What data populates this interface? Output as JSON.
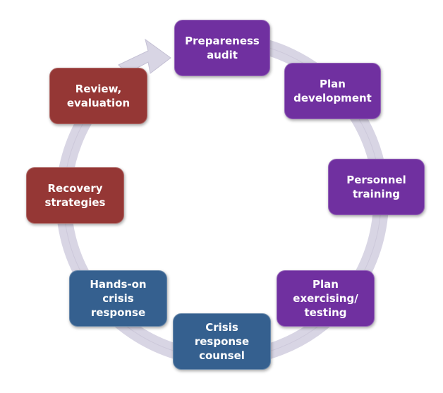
{
  "diagram": {
    "type": "cycle",
    "ring_color": "#d8d5e4",
    "steps": [
      {
        "label": "Prepareness audit",
        "lines": [
          "Prepareness",
          "audit"
        ],
        "color": "#7030a0"
      },
      {
        "label": "Plan development",
        "lines": [
          "Plan",
          "development"
        ],
        "color": "#7030a0"
      },
      {
        "label": "Personnel training",
        "lines": [
          "Personnel",
          "training"
        ],
        "color": "#7030a0"
      },
      {
        "label": "Plan exercising/ testing",
        "lines": [
          "Plan exercising/",
          "testing"
        ],
        "color": "#7030a0"
      },
      {
        "label": "Crisis response counsel",
        "lines": [
          "Crisis response",
          "counsel"
        ],
        "color": "#35608f"
      },
      {
        "label": "Hands-on crisis response",
        "lines": [
          "Hands-on crisis",
          "response"
        ],
        "color": "#35608f"
      },
      {
        "label": "Recovery strategies",
        "lines": [
          "Recovery",
          "strategies"
        ],
        "color": "#953735"
      },
      {
        "label": "Review, evaluation",
        "lines": [
          "Review,",
          "evaluation"
        ],
        "color": "#953735"
      }
    ]
  }
}
